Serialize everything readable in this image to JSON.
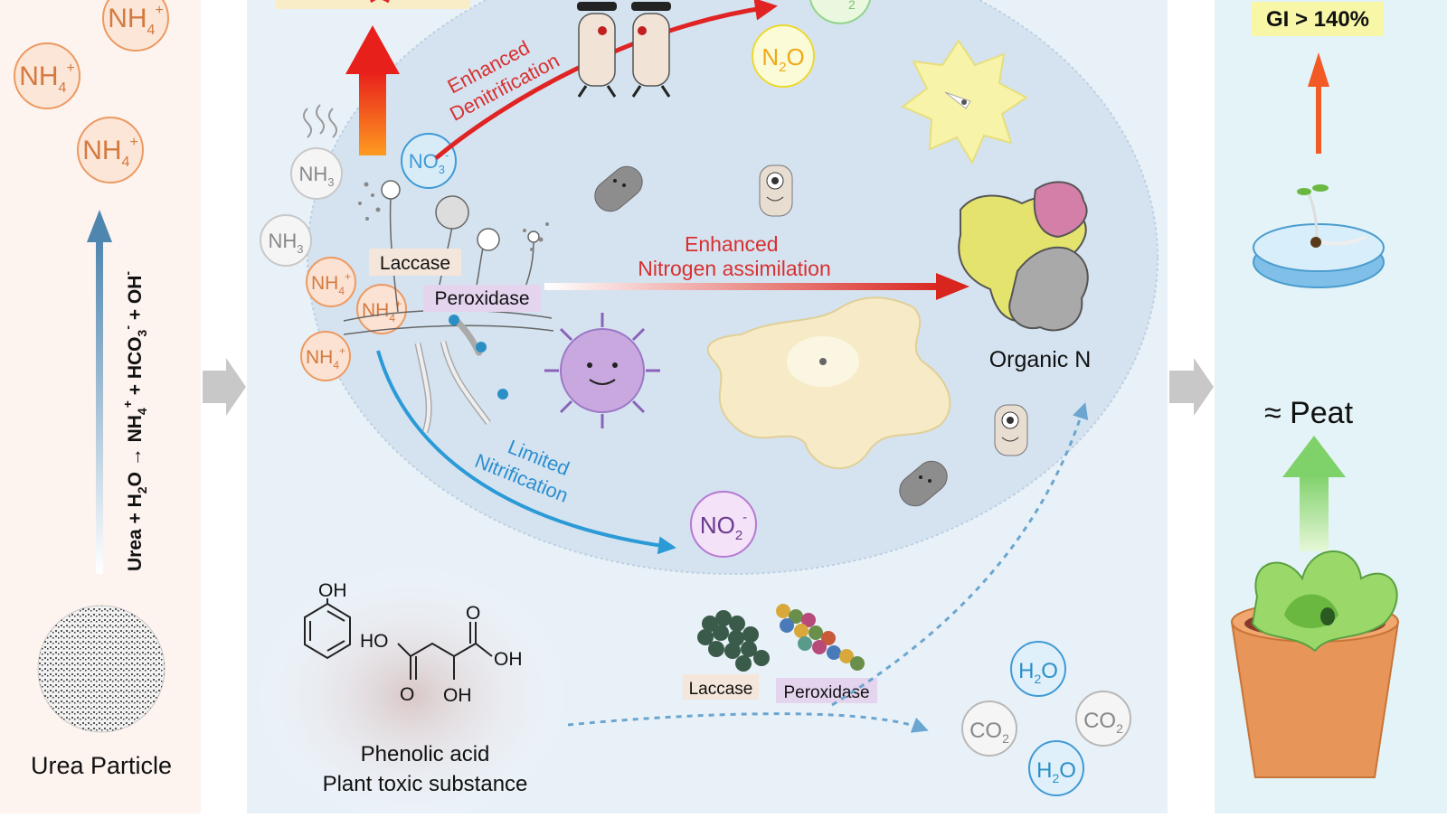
{
  "left_panel": {
    "ions": [
      {
        "label": "NH",
        "sub": "4",
        "sup": "+"
      },
      {
        "label": "NH",
        "sub": "4",
        "sup": "+"
      },
      {
        "label": "NH",
        "sub": "4",
        "sup": "+"
      }
    ],
    "equation": {
      "p1": "Urea + H",
      "s1": "2",
      "p2": "O → NH",
      "s2": "4",
      "u2": "+",
      "p3": " + HCO",
      "s3": "3",
      "u3": "-",
      "p4": " + OH",
      "u4": "-"
    },
    "particle_label": "Urea Particle"
  },
  "center_panel": {
    "enhanced_denitrification": [
      "Enhanced",
      "Denitrification"
    ],
    "enhanced_assimilation": [
      "Enhanced",
      "Nitrogen assimilation"
    ],
    "limited_nitrification": [
      "Limited",
      "Nitrification"
    ],
    "enzymes": {
      "laccase": "Laccase",
      "peroxidase": "Peroxidase"
    },
    "organic_n": "Organic N",
    "species": {
      "no3": {
        "label": "NO",
        "sub": "3",
        "sup": "-"
      },
      "n2o": {
        "label": "N",
        "sub": "2",
        "tail": "O"
      },
      "n2_partial": "2",
      "nh3": [
        {
          "label": "NH",
          "sub": "3"
        },
        {
          "label": "NH",
          "sub": "3"
        }
      ],
      "nh4": [
        {
          "label": "NH",
          "sub": "4",
          "sup": "+"
        },
        {
          "label": "NH",
          "sub": "4",
          "sup": "+"
        },
        {
          "label": "NH",
          "sub": "4",
          "sup": "+"
        }
      ],
      "no2": {
        "label": "NO",
        "sub": "2",
        "sup": "-"
      }
    }
  },
  "bottom_panel": {
    "oh": "OH",
    "ho": "HO",
    "o1": "O",
    "o2": "O",
    "oh2": "OH",
    "oh3": "OH",
    "phenolic_acid": "Phenolic acid",
    "plant_toxic": "Plant toxic substance",
    "laccase": "Laccase",
    "peroxidase": "Peroxidase",
    "products": {
      "h2o_a": {
        "label": "H",
        "sub": "2",
        "tail": "O"
      },
      "co2_a": {
        "label": "CO",
        "sub": "2"
      },
      "co2_b": {
        "label": "CO",
        "sub": "2"
      },
      "h2o_b": {
        "label": "H",
        "sub": "2",
        "tail": "O"
      }
    }
  },
  "right_panel": {
    "gi": "GI > 140%",
    "peat": "≈ Peat"
  },
  "colors": {
    "left_bg": "#fdf3ef",
    "center_bg": "#e9f1f8",
    "ellipse": "#d5e3f0",
    "right_bg": "#e3f3f7",
    "nh4": "#e8925a",
    "red_arrow": "#e02424",
    "blue_arrow": "#2b9ad6",
    "gi_box": "#f8f7a8",
    "laccase_box": "#f4e6da",
    "peroxidase_box": "#e4d4ee"
  }
}
